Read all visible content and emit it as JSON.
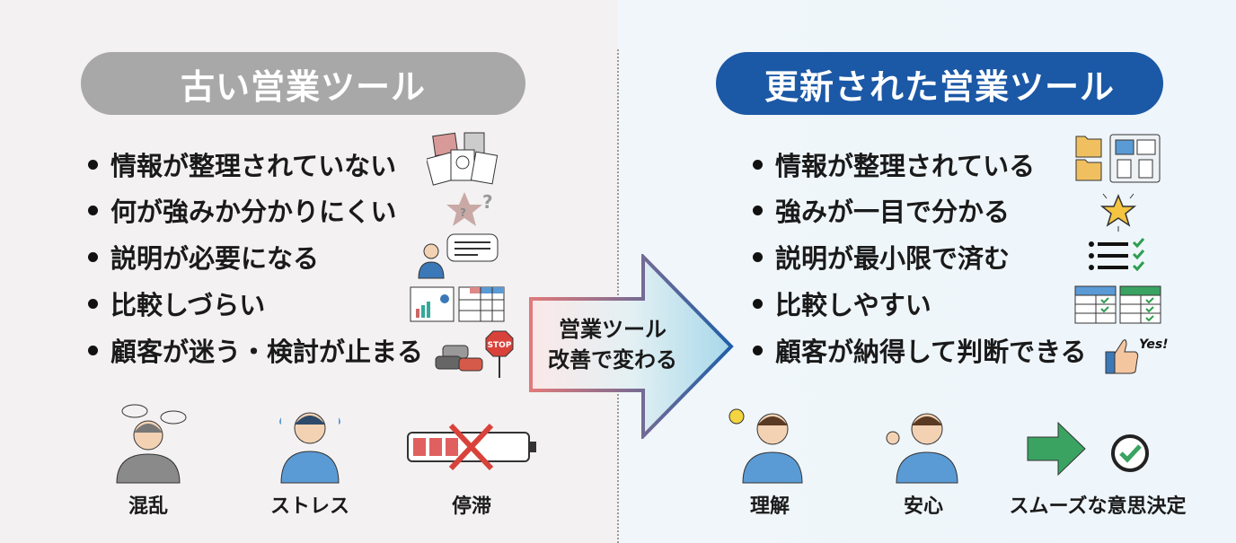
{
  "left": {
    "title": "古い営業ツール",
    "items": [
      "情報が整理されていない",
      "何が強みか分かりにくい",
      "説明が必要になる",
      "比較しづらい",
      "顧客が迷う・検討が止まる"
    ],
    "icon_texts": {
      "stop": "STOP"
    },
    "figures": [
      "混乱",
      "ストレス",
      "停滞"
    ]
  },
  "arrow": {
    "line1": "営業ツール",
    "line2": "改善で変わる"
  },
  "right": {
    "title": "更新された営業ツール",
    "items": [
      "情報が整理されている",
      "強みが一目で分かる",
      "説明が最小限で済む",
      "比較しやすい",
      "顧客が納得して判断できる"
    ],
    "icon_texts": {
      "yes": "Yes!"
    },
    "figures": [
      "理解",
      "安心",
      "スムーズな意思決定"
    ]
  },
  "colors": {
    "left_pill": "#a8a8a8",
    "right_pill": "#1b58a6",
    "check": "#2e9e4f",
    "star": "#f5c542"
  }
}
